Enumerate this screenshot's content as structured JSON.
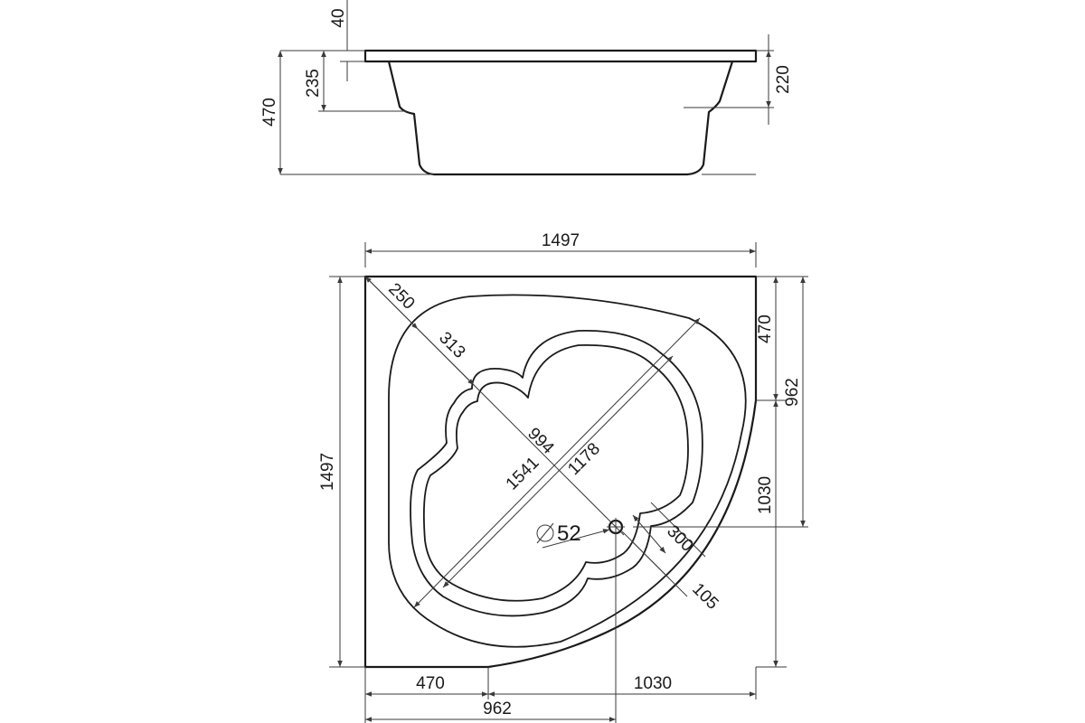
{
  "side_view": {
    "dim_rim_thickness": "40",
    "dim_seat_height": "235",
    "dim_total_height": "470",
    "dim_right_depth": "220"
  },
  "top_view": {
    "dim_overall_width_top": "1497",
    "dim_overall_height_left": "1497",
    "dim_right_upper": "470",
    "dim_right_lower": "1030",
    "dim_right_total": "962",
    "dim_bottom_left": "470",
    "dim_bottom_right": "1030",
    "dim_bottom_total": "962",
    "dim_diag_250": "250",
    "dim_diag_313": "313",
    "dim_diag_994": "994",
    "dim_diag_1541": "1541",
    "dim_diag_1178": "1178",
    "dim_drain_diameter": "52",
    "dim_drain_300": "300",
    "dim_drain_105": "105"
  }
}
